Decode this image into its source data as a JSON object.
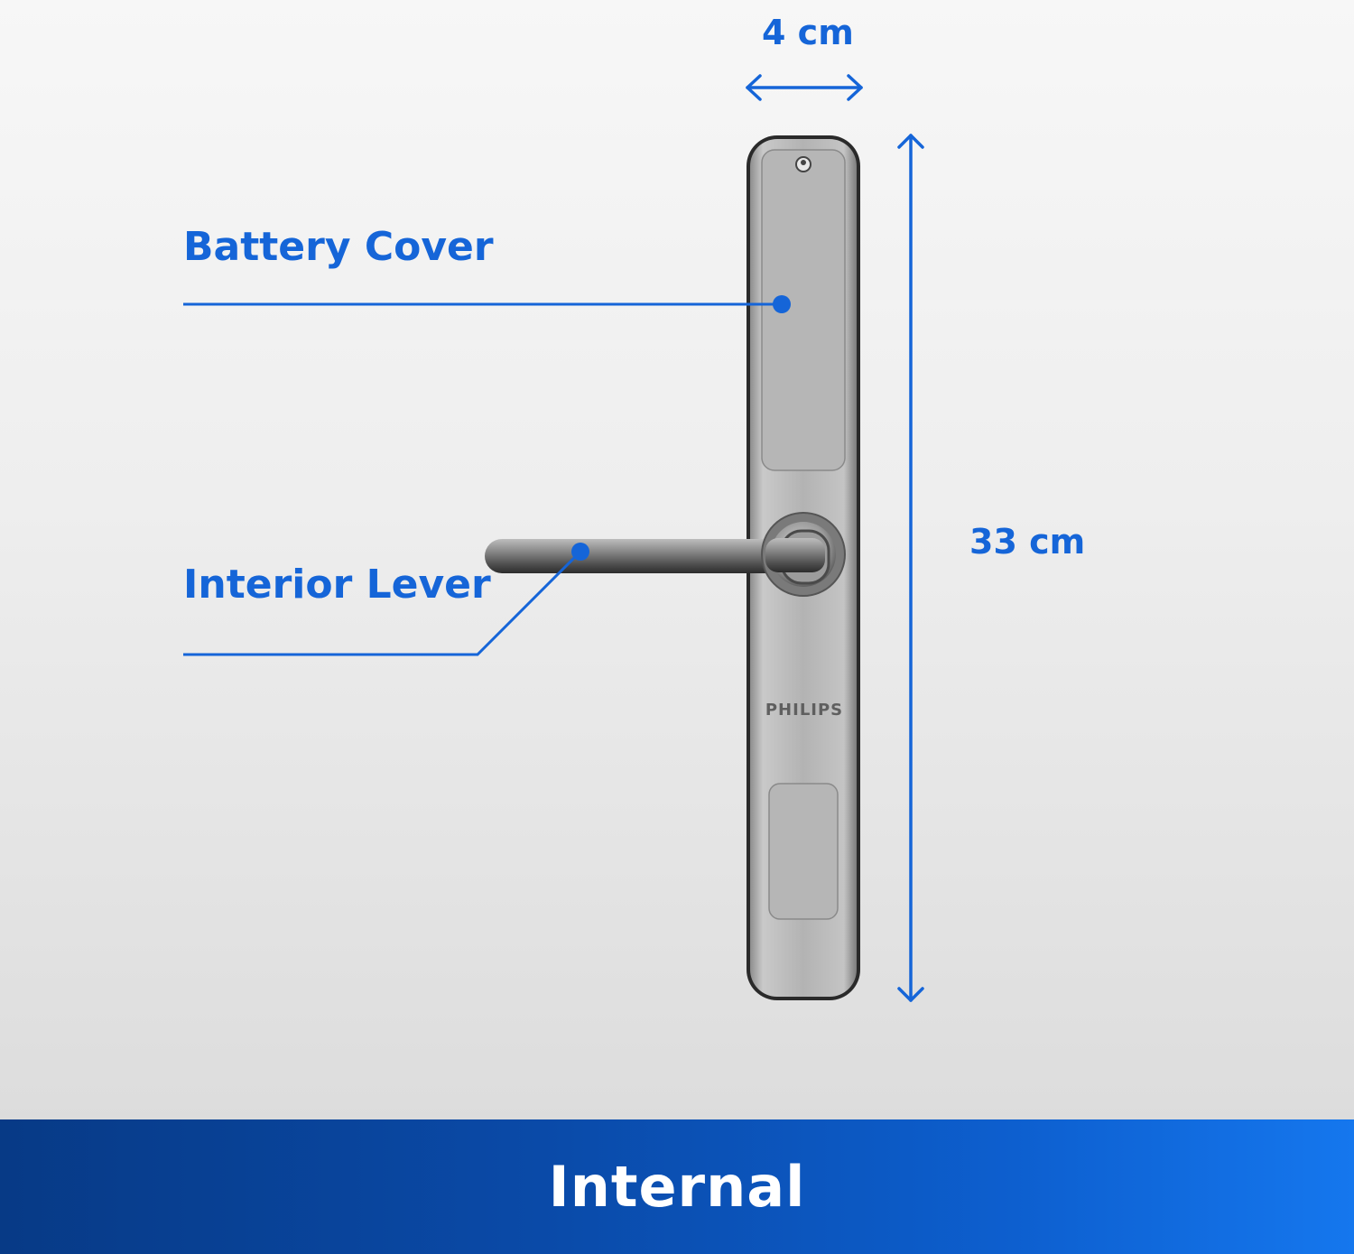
{
  "dimensions": {
    "width_label": "4 cm",
    "height_label": "33 cm"
  },
  "callouts": {
    "battery_cover": "Battery Cover",
    "interior_lever": "Interior Lever"
  },
  "product": {
    "brand_logo": "PHILIPS"
  },
  "footer": {
    "title": "Internal"
  },
  "colors": {
    "accent": "#1565d8",
    "footer_start": "#073a86",
    "footer_end": "#1577ee"
  }
}
